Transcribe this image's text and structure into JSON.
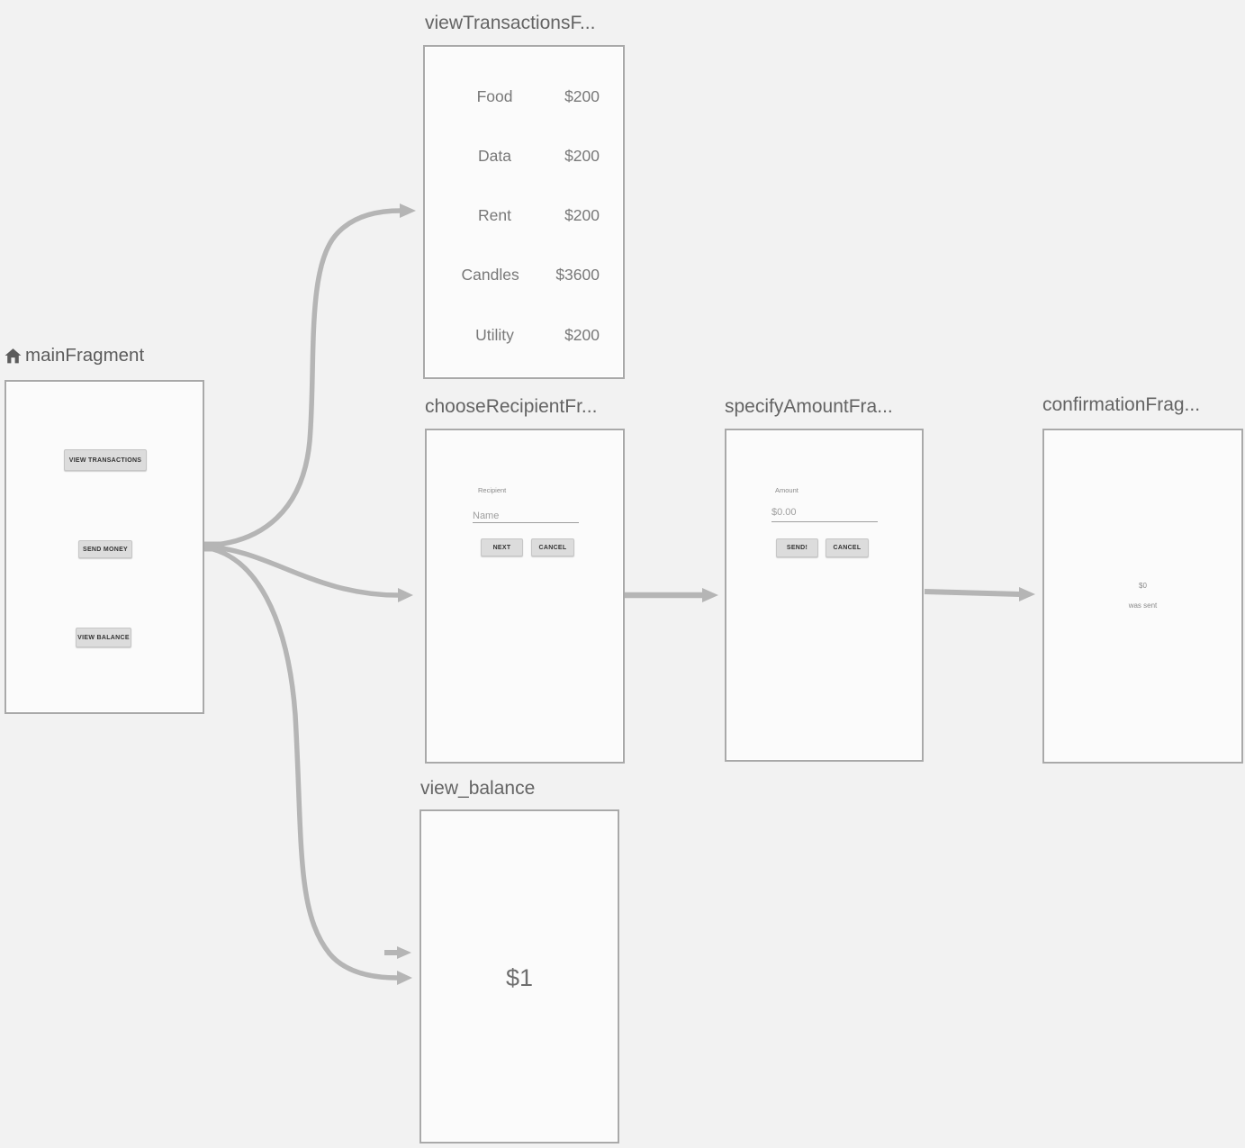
{
  "colors": {
    "canvas_bg": "#f2f2f2",
    "card_bg": "#fbfbfb",
    "card_border": "#a9a9a9",
    "arrow": "#b5b5b5",
    "title_text": "#646464",
    "button_bg": "#dcdcdc",
    "button_text": "#333333"
  },
  "fragments": {
    "main": {
      "title": "mainFragment",
      "icon": "home-icon",
      "buttons": {
        "view_transactions": "VIEW TRANSACTIONS",
        "send_money": "SEND MONEY",
        "view_balance": "VIEW BALANCE"
      }
    },
    "view_transactions": {
      "title": "viewTransactionsF...",
      "rows": [
        {
          "label": "Food",
          "amount": "$200"
        },
        {
          "label": "Data",
          "amount": "$200"
        },
        {
          "label": "Rent",
          "amount": "$200"
        },
        {
          "label": "Candles",
          "amount": "$3600"
        },
        {
          "label": "Utility",
          "amount": "$200"
        }
      ]
    },
    "choose_recipient": {
      "title": "chooseRecipientFr...",
      "field_label": "Recipient",
      "field_hint": "Name",
      "next_button": "NEXT",
      "cancel_button": "CANCEL"
    },
    "specify_amount": {
      "title": "specifyAmountFra...",
      "field_label": "Amount",
      "field_hint": "$0.00",
      "send_button": "SEND!",
      "cancel_button": "CANCEL"
    },
    "confirmation": {
      "title": "confirmationFrag...",
      "amount": "$0",
      "message": "was sent"
    },
    "view_balance": {
      "title": "view_balance",
      "balance": "$1"
    }
  },
  "edges": [
    {
      "from": "mainFragment",
      "to": "viewTransactionsF..."
    },
    {
      "from": "mainFragment",
      "to": "chooseRecipientFr..."
    },
    {
      "from": "mainFragment",
      "to": "view_balance"
    },
    {
      "from": "chooseRecipientFr...",
      "to": "specifyAmountFra..."
    },
    {
      "from": "specifyAmountFra...",
      "to": "confirmationFrag..."
    }
  ]
}
